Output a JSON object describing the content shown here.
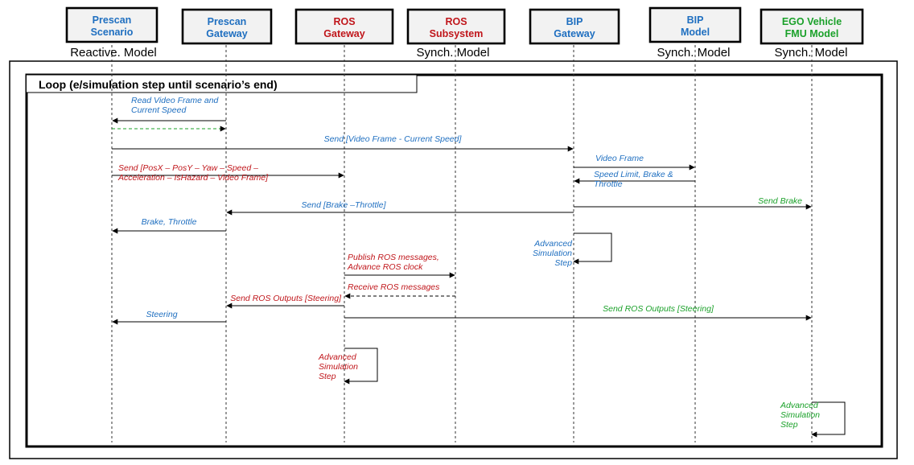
{
  "colors": {
    "blue": "#1f6fc0",
    "red": "#c0161b",
    "green": "#1ba12a",
    "black": "#000000"
  },
  "lifelines": [
    {
      "id": "prescan_scenario",
      "line1": "Prescan",
      "line2": "Scenario",
      "color": "blue",
      "caption": "Reactive. Model"
    },
    {
      "id": "prescan_gateway",
      "line1": "Prescan",
      "line2": "Gateway",
      "color": "blue",
      "caption": ""
    },
    {
      "id": "ros_gateway",
      "line1": "ROS",
      "line2": "Gateway",
      "color": "red",
      "caption": ""
    },
    {
      "id": "ros_subsystem",
      "line1": "ROS",
      "line2": "Subsystem",
      "color": "red",
      "caption": "Synch. Model"
    },
    {
      "id": "bip_gateway",
      "line1": "BIP",
      "line2": "Gateway",
      "color": "blue",
      "caption": ""
    },
    {
      "id": "bip_model",
      "line1": "BIP",
      "line2": "Model",
      "color": "blue",
      "caption": "Synch. Model"
    },
    {
      "id": "ego_vehicle",
      "line1": "EGO Vehicle",
      "line2": "FMU Model",
      "color": "green",
      "caption": "Synch. Model"
    }
  ],
  "loop": {
    "title": "Loop  (e/simulation step until scenario’s end)"
  },
  "messages": [
    {
      "from": "prescan_gateway",
      "to": "prescan_scenario",
      "lines": [
        "Read Video Frame and",
        "Current Speed"
      ],
      "color": "blue",
      "dashed": false
    },
    {
      "from": "prescan_scenario",
      "to": "prescan_gateway",
      "lines": [],
      "color": "green",
      "dashed": true
    },
    {
      "from": "prescan_scenario",
      "to": "bip_gateway",
      "lines": [
        "Send [Video Frame - Current Speed]"
      ],
      "color": "blue",
      "dashed": false
    },
    {
      "from": "prescan_scenario",
      "to": "ros_gateway",
      "lines": [
        "Send [PosX – PosY – Yaw – Speed –",
        "Acceleration – IsHazard – Video Frame]"
      ],
      "color": "red",
      "dashed": false
    },
    {
      "from": "bip_gateway",
      "to": "bip_model",
      "lines": [
        "Video Frame"
      ],
      "color": "blue",
      "dashed": false
    },
    {
      "from": "bip_model",
      "to": "bip_gateway",
      "lines": [
        "Speed Limit, Brake &",
        "Throttle"
      ],
      "color": "blue",
      "dashed": false
    },
    {
      "from": "bip_gateway",
      "to": "ego_vehicle",
      "lines": [
        "Send Brake"
      ],
      "color": "green",
      "dashed": false
    },
    {
      "from": "bip_gateway",
      "to": "prescan_gateway",
      "lines": [
        "Send [Brake –Throttle]"
      ],
      "color": "blue",
      "dashed": false
    },
    {
      "from": "prescan_gateway",
      "to": "prescan_scenario",
      "lines": [
        "Brake, Throttle"
      ],
      "color": "blue",
      "dashed": false
    },
    {
      "from": "bip_gateway",
      "to": "bip_gateway",
      "lines": [
        "Advanced",
        "Simulation",
        "Step"
      ],
      "color": "blue",
      "dashed": false,
      "self": true
    },
    {
      "from": "ros_gateway",
      "to": "ros_subsystem",
      "lines": [
        "Publish ROS messages,",
        "Advance ROS clock"
      ],
      "color": "red",
      "dashed": false
    },
    {
      "from": "ros_subsystem",
      "to": "ros_gateway",
      "lines": [
        "Receive ROS messages"
      ],
      "color": "red",
      "dashed": true
    },
    {
      "from": "ros_gateway",
      "to": "prescan_gateway",
      "lines": [
        "Send ROS Outputs [Steering]"
      ],
      "color": "red",
      "dashed": false
    },
    {
      "from": "prescan_gateway",
      "to": "prescan_scenario",
      "lines": [
        "Steering"
      ],
      "color": "blue",
      "dashed": false
    },
    {
      "from": "ros_gateway",
      "to": "ego_vehicle",
      "lines": [
        "Send ROS Outputs [Steering]"
      ],
      "color": "green",
      "dashed": false
    },
    {
      "from": "ros_gateway",
      "to": "ros_gateway",
      "lines": [
        "Advanced",
        "Simulation",
        "Step"
      ],
      "color": "red",
      "dashed": false,
      "self": true
    },
    {
      "from": "ego_vehicle",
      "to": "ego_vehicle",
      "lines": [
        "Advanced",
        "Simulation",
        "Step"
      ],
      "color": "green",
      "dashed": false,
      "self": true
    }
  ]
}
